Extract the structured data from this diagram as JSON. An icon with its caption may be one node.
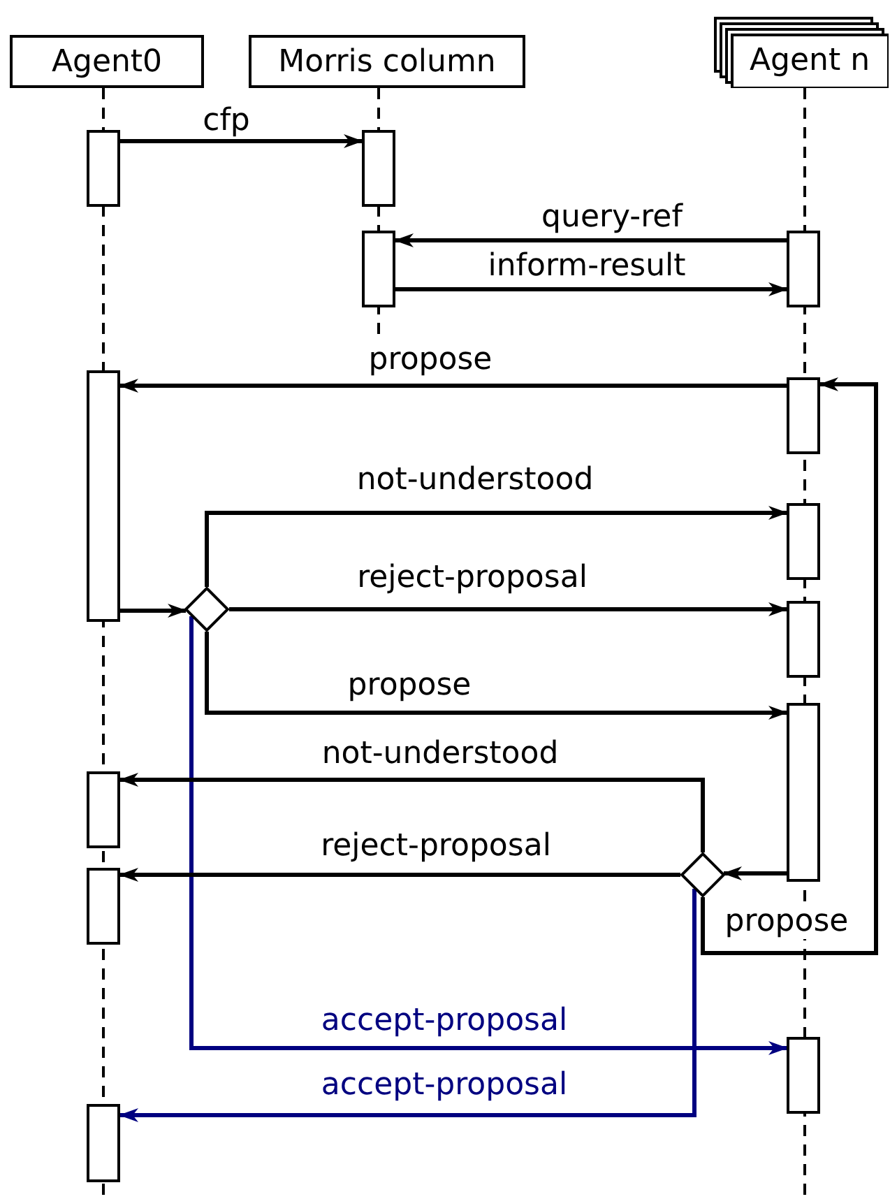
{
  "diagram": {
    "nodes": [
      {
        "text": [
          "Agent0"
        ]
      },
      {
        "text": [
          "Morris column"
        ]
      },
      {
        "text": [
          "Agent n"
        ]
      },
      {
        "text": [],
        "shape": "bar"
      },
      {
        "text": [],
        "shape": "bar"
      },
      {
        "text": [],
        "shape": "bar"
      },
      {
        "text": [],
        "shape": "bar"
      },
      {
        "text": [],
        "shape": "bar"
      },
      {
        "text": [],
        "shape": "bar"
      },
      {
        "text": [],
        "shape": "bar"
      },
      {
        "text": [],
        "shape": "diamond"
      },
      {
        "text": [],
        "shape": "bar"
      },
      {
        "text": [],
        "shape": "bar"
      },
      {
        "text": [],
        "shape": "bar"
      },
      {
        "text": [],
        "shape": "bar"
      },
      {
        "text": [],
        "shape": "diamond"
      },
      {
        "text": [],
        "shape": "bar"
      },
      {
        "text": [],
        "shape": "bar"
      }
    ],
    "edges": [
      {
        "from": 3,
        "to": 4,
        "arrow": "to",
        "label": "cfp"
      },
      {
        "from": 6,
        "to": 5,
        "arrow": "to",
        "label": "query-ref"
      },
      {
        "from": 5,
        "to": 6,
        "arrow": "to",
        "label": "inform-result"
      },
      {
        "from": 8,
        "to": 7,
        "arrow": "to",
        "label": "propose"
      },
      {
        "from": 7,
        "to": 10,
        "arrow": "to"
      },
      {
        "from": 10,
        "to": 9,
        "arrow": "to",
        "label": "not-understood"
      },
      {
        "from": 10,
        "to": 11,
        "arrow": "to",
        "label": "reject-proposal"
      },
      {
        "from": 10,
        "to": 12,
        "arrow": "to",
        "label": "propose"
      },
      {
        "from": 10,
        "to": 16,
        "arrow": "to",
        "label": "accept-proposal",
        "color": "#000080"
      },
      {
        "from": 12,
        "to": 15,
        "arrow": "to"
      },
      {
        "from": 15,
        "to": 13,
        "arrow": "to",
        "label": "not-understood"
      },
      {
        "from": 15,
        "to": 14,
        "arrow": "to",
        "label": "reject-proposal"
      },
      {
        "from": 15,
        "to": 8,
        "arrow": "to",
        "label": "propose"
      },
      {
        "from": 15,
        "to": 17,
        "arrow": "to",
        "label": "accept-proposal",
        "color": "#000080"
      }
    ]
  }
}
